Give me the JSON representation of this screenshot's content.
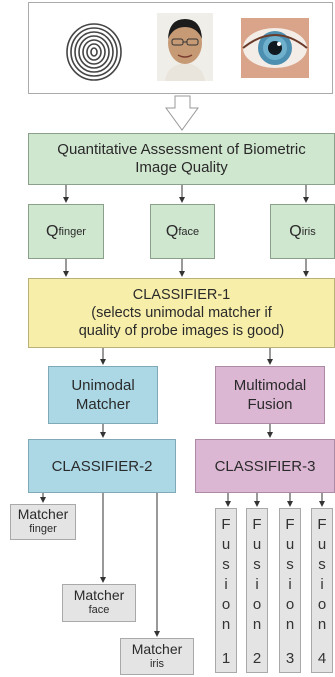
{
  "images": {
    "finger_icon": "fingerprint-image",
    "face_icon": "face-image",
    "iris_icon": "iris-image"
  },
  "assessment": {
    "line1": "Quantitative Assessment of Biometric",
    "line2": "Image Quality"
  },
  "quality": {
    "finger_main": "Q",
    "finger_sub": "finger",
    "face_main": "Q",
    "face_sub": "face",
    "iris_main": "Q",
    "iris_sub": "iris"
  },
  "classifier1": {
    "line1": "CLASSIFIER-1",
    "line2": "(selects unimodal matcher if",
    "line3": "quality of probe images is good)"
  },
  "unimodal": {
    "line1": "Unimodal",
    "line2": "Matcher"
  },
  "multimodal": {
    "line1": "Multimodal",
    "line2": "Fusion"
  },
  "classifier2": "CLASSIFIER-2",
  "classifier3": "CLASSIFIER-3",
  "matchers": [
    {
      "main": "Matcher",
      "sub": "finger"
    },
    {
      "main": "Matcher",
      "sub": "face"
    },
    {
      "main": "Matcher",
      "sub": "iris"
    }
  ],
  "fusions": [
    {
      "letters": [
        "F",
        "u",
        "s",
        "i",
        "o",
        "n"
      ],
      "num": "1"
    },
    {
      "letters": [
        "F",
        "u",
        "s",
        "i",
        "o",
        "n"
      ],
      "num": "2"
    },
    {
      "letters": [
        "F",
        "u",
        "s",
        "i",
        "o",
        "n"
      ],
      "num": "3"
    },
    {
      "letters": [
        "F",
        "u",
        "s",
        "i",
        "o",
        "n"
      ],
      "num": "4"
    }
  ],
  "colors": {
    "green": "#cfe6cf",
    "yellow": "#f7eeaa",
    "blue": "#acd8e6",
    "pink": "#dcb7d4",
    "grey": "#e4e4e4"
  }
}
